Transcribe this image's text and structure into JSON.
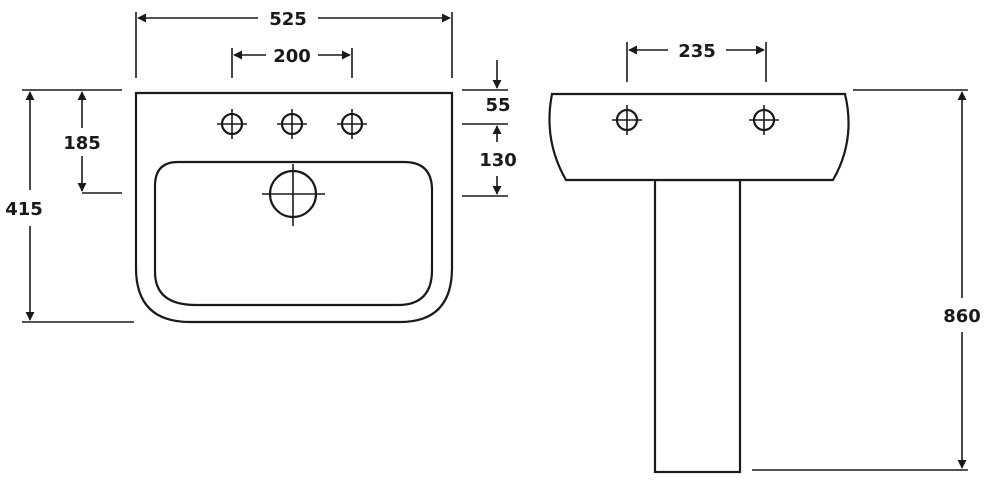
{
  "dimensions": {
    "width_overall": "525",
    "tap_spacing": "200",
    "pedestal_tap_spacing": "235",
    "rim_to_taphole": "55",
    "taphole_to_bowl": "130",
    "depth_to_taphole": "185",
    "depth_overall": "415",
    "height_overall": "860"
  },
  "colors": {
    "line": "#1a1a1a",
    "background": "#ffffff"
  },
  "icons": [
    "tap-hole-icon",
    "waste-outlet-icon",
    "arrowhead"
  ]
}
